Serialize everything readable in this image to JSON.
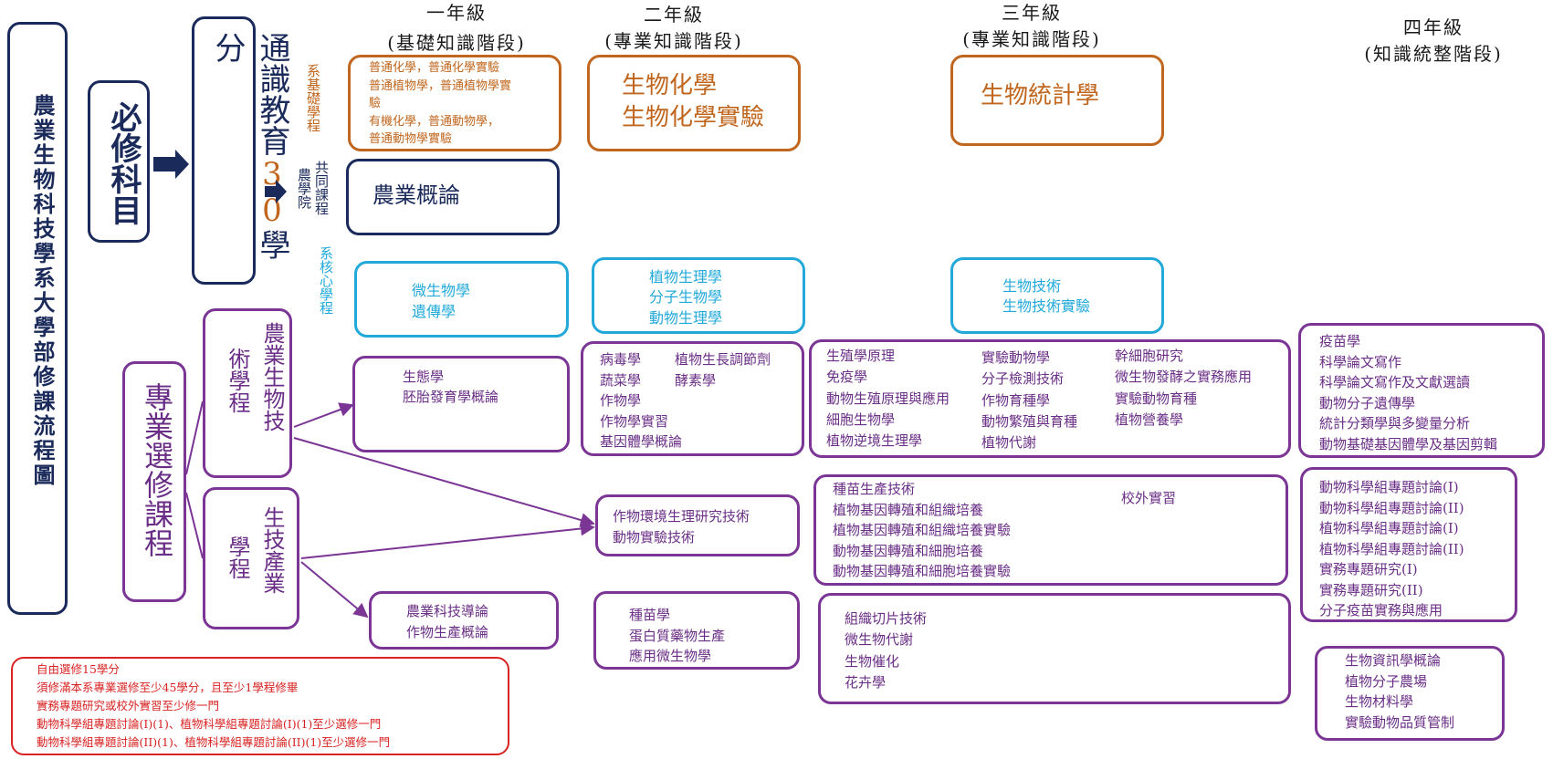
{
  "title": "農業生物科技學系大學部修課流程圖",
  "required": "必修科目",
  "general": {
    "pre": "通識教育",
    "num": "30",
    "post": "學分"
  },
  "labels": {
    "dept_basic": "系基礎學程",
    "college_common_a": "農學院",
    "college_common_b": "共同課程",
    "dept_core": "系核心學程"
  },
  "years": [
    {
      "name": "一年級",
      "stage": "(基礎知識階段)"
    },
    {
      "name": "二年級",
      "stage": "(專業知識階段)"
    },
    {
      "name": "三年級",
      "stage": "(專業知識階段)"
    },
    {
      "name": "四年級",
      "stage": "(知識統整階段)"
    }
  ],
  "basic": {
    "y1": "普通化學，普通化學實驗\n普通植物學，普通植物學實\n驗\n有機化學，普通動物學，\n普通動物學實驗",
    "y2": "生物化學\n生物化學實驗",
    "y3": "生物統計學"
  },
  "common": "農業概論",
  "core": {
    "y1": "微生物學\n遺傳學",
    "y2": "植物生理學\n分子生物學\n動物生理學",
    "y3": "生物技術\n生物技術實驗"
  },
  "elective": {
    "label": "專業選修課程",
    "program_tech_a": "農業生物技",
    "program_tech_b": "術學程",
    "program_ind_a": "生技產業",
    "program_ind_b": "學程"
  },
  "tech": {
    "y1": "生態學\n胚胎發育學概論",
    "y2a": "病毒學\n蔬菜學\n作物學\n作物學實習\n基因體學概論",
    "y2b": "植物生長調節劑\n酵素學",
    "y3a": "生殖學原理\n免疫學\n動物生殖原理與應用\n細胞生物學\n植物逆境生理學",
    "y3b": "實驗動物學\n分子檢測技術\n作物育種學\n動物繁殖與育種\n植物代謝",
    "y3c": "幹細胞研究\n微生物發酵之實務應用\n實驗動物育種\n植物營養學",
    "y4": "疫苗學\n科學論文寫作\n科學論文寫作及文獻選讀\n動物分子遺傳學\n統計分類學與多變量分析\n動物基礎基因體學及基因剪輯"
  },
  "shared": {
    "y2": "作物環境生理研究技術\n動物實驗技術",
    "y3": "種苗生產技術\n植物基因轉殖和組織培養\n植物基因轉殖和組織培養實驗\n動物基因轉殖和細胞培養\n動物基因轉殖和細胞培養實驗",
    "y3_extra": "校外實習",
    "y4": "動物科學組專題討論(I)\n動物科學組專題討論(II)\n植物科學組專題討論(I)\n植物科學組專題討論(II)\n實務專題研究(I)\n實務專題研究(II)\n分子疫苗實務與應用"
  },
  "ind": {
    "y1": "農業科技導論\n作物生產概論",
    "y2": "種苗學\n蛋白質藥物生產\n應用微生物學",
    "y3": "組織切片技術\n微生物代謝\n生物催化\n花卉學",
    "y4": "生物資訊學概論\n植物分子農場\n生物材料學\n實驗動物品質管制"
  },
  "notes": "自由選修15學分\n須修滿本系專業選修至少45學分，且至少1學程修畢\n實務專題研究或校外實習至少修一門\n動物科學組專題討論(I)(1)、植物科學組專題討論(I)(1)至少選修一門\n動物科學組專題討論(II)(1)、植物科學組專題討論(II)(1)至少選修一門",
  "colors": {
    "navy": "#1a2a5a",
    "orange": "#c0661e",
    "cyan": "#22a9d9",
    "purple": "#7a3595",
    "red": "#d92323"
  }
}
